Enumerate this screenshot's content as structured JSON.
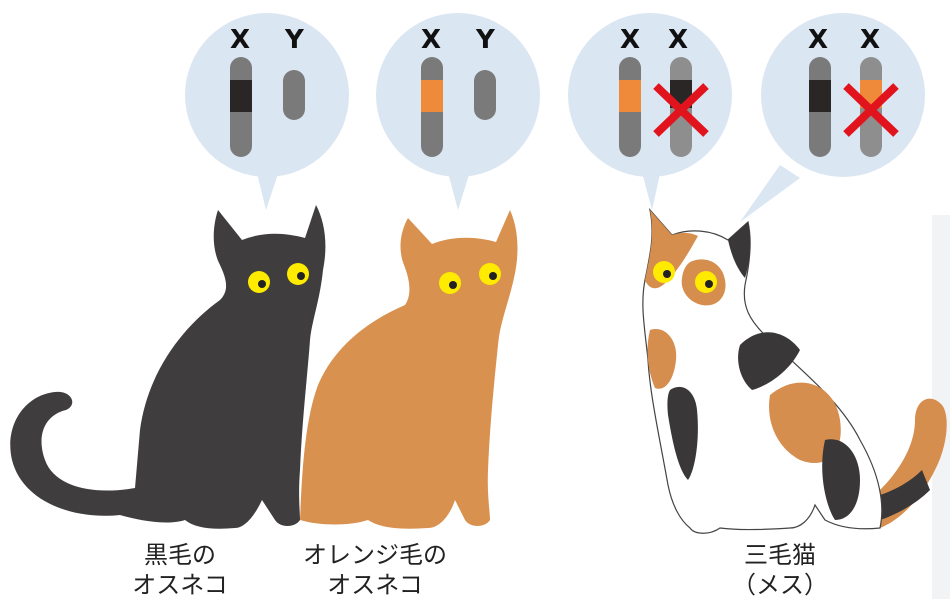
{
  "colors": {
    "bubble": "#dbe6f3",
    "chromosome_gray": "#7a7a7a",
    "chromosome_light": "#8e8e8e",
    "black_band": "#2b2626",
    "orange_band": "#ef8a3a",
    "cross": "#e1141d",
    "black_cat": "#3f3d3e",
    "orange_cat": "#d9914f",
    "calico_white": "#ffffff",
    "calico_orange": "#d68e4f",
    "calico_black": "#3a3738",
    "eye_yellow": "#ffeb00",
    "pupil": "#222222"
  },
  "bubbles": [
    {
      "label_left": "X",
      "label_right": "Y",
      "left_band": "black",
      "right": "Y",
      "inactivated": false
    },
    {
      "label_left": "X",
      "label_right": "Y",
      "left_band": "orange",
      "right": "Y",
      "inactivated": false
    },
    {
      "label_left": "X",
      "label_right": "X",
      "left_band": "orange",
      "right": "X-black",
      "inactivated": true
    },
    {
      "label_left": "X",
      "label_right": "X",
      "left_band": "black",
      "right": "X-orange",
      "inactivated": true
    }
  ],
  "captions": {
    "black_cat": [
      "黒毛の",
      "オスネコ"
    ],
    "orange_cat": [
      "オレンジ毛の",
      "オスネコ"
    ],
    "calico_cat": [
      "三毛猫",
      "（メス）"
    ]
  }
}
